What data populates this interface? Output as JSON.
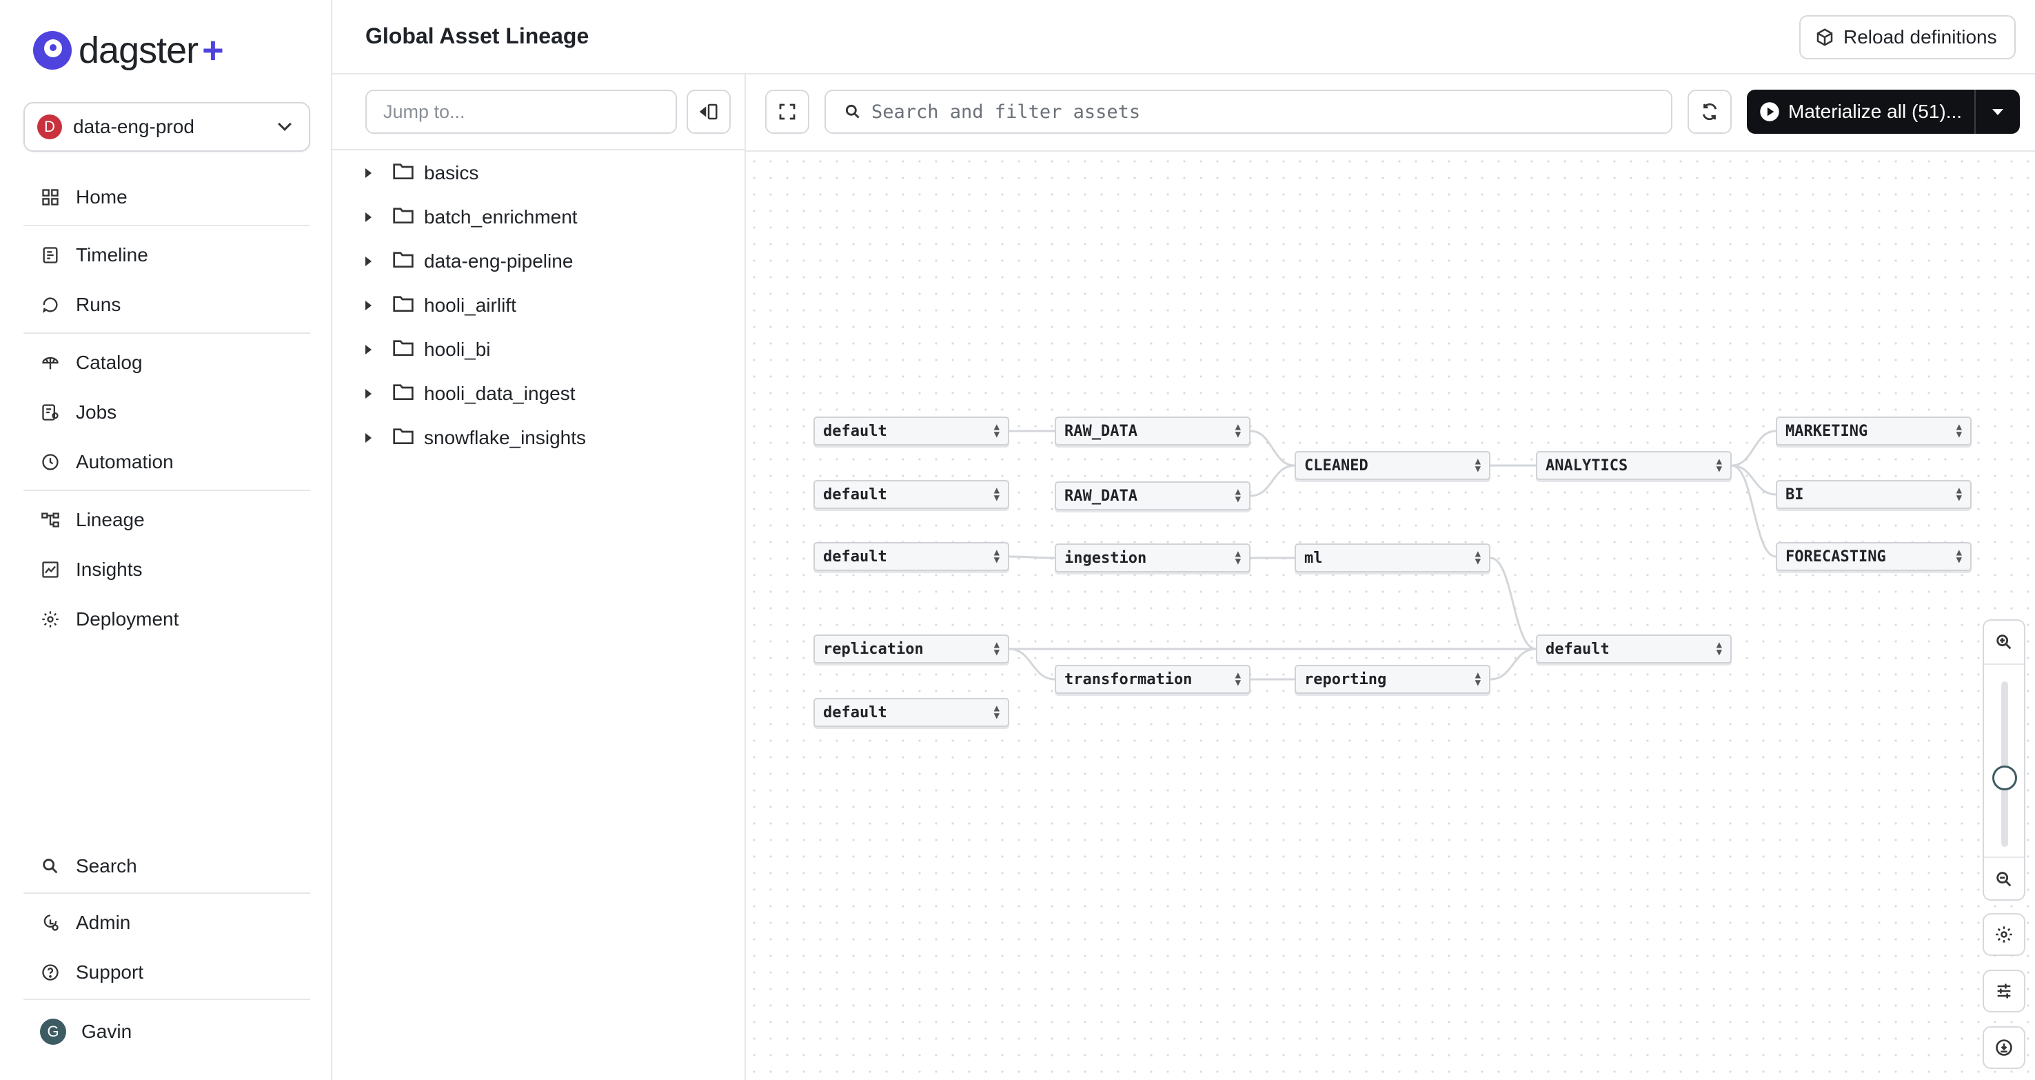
{
  "app": {
    "logo_text": "dagster",
    "logo_plus": "+"
  },
  "deployment": {
    "badge": "D",
    "name": "data-eng-prod"
  },
  "nav": {
    "home": "Home",
    "timeline": "Timeline",
    "runs": "Runs",
    "catalog": "Catalog",
    "jobs": "Jobs",
    "automation": "Automation",
    "lineage": "Lineage",
    "insights": "Insights",
    "deployment": "Deployment",
    "search": "Search",
    "admin": "Admin",
    "support": "Support"
  },
  "user": {
    "initial": "G",
    "name": "Gavin"
  },
  "header": {
    "title": "Global Asset Lineage",
    "reload_label": "Reload definitions"
  },
  "tree": {
    "jump_placeholder": "Jump to...",
    "items": [
      "basics",
      "batch_enrichment",
      "data-eng-pipeline",
      "hooli_airlift",
      "hooli_bi",
      "hooli_data_ingest",
      "snowflake_insights"
    ]
  },
  "toolbar": {
    "search_placeholder": "Search and filter assets",
    "materialize_label": "Materialize all (51)..."
  },
  "graph": {
    "nodes": [
      "default",
      "default",
      "default",
      "replication",
      "default",
      "RAW_DATA",
      "RAW_DATA",
      "ingestion",
      "transformation",
      "CLEANED",
      "ml",
      "reporting",
      "ANALYTICS",
      "default",
      "MARKETING",
      "BI",
      "FORECASTING"
    ]
  },
  "colors": {
    "accent": "#4f43dd",
    "badge": "#c9313c",
    "primary_button": "#0f1114"
  }
}
